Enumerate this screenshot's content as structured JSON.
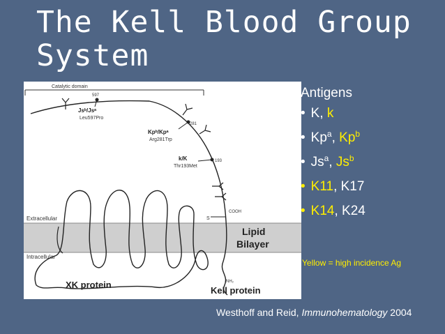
{
  "title": "The Kell Blood Group System",
  "diagram": {
    "catalytic_domain": "Catalytic domain",
    "res597": "597",
    "res281": "281",
    "res193": "193",
    "js_label": "Jsᵇ/Jsᵃ",
    "js_mut": "Leu597Pro",
    "kp_label": "Kpᵇ/Kpᵃ",
    "kp_mut": "Arg281Trp",
    "k_label": "k/K",
    "k_mut": "Thr193Met",
    "cooh": "COOH",
    "s": "S",
    "extracellular": "Extracellular",
    "intracellular": "Intracellular",
    "lipid": "Lipid",
    "bilayer": "Bilayer",
    "xk_protein": "XK protein",
    "kell_protein": "Kell protein",
    "nh2": "NH₂"
  },
  "panel": {
    "heading": "Antigens",
    "bullet": "•",
    "items": [
      {
        "a": "K",
        "sep": ", ",
        "b": "k"
      },
      {
        "a": "Kp",
        "a_sup": "a",
        "sep": ", ",
        "b": "Kp",
        "b_sup": "b"
      },
      {
        "a": "Js",
        "a_sup": "a",
        "sep": ", ",
        "b": "Js",
        "b_sup": "b"
      },
      {
        "a": "K11",
        "sep": ", ",
        "b": "K17"
      },
      {
        "a": "K14",
        "sep": ", ",
        "b": "K24"
      }
    ],
    "note": "Yellow = high incidence Ag"
  },
  "colors": {
    "background": "#4f6585",
    "highlight": "#ffee00",
    "text": "#ffffff"
  },
  "citation": {
    "authors": "Westhoff and Reid, ",
    "journal": "Immunohematology",
    "year": " 2004"
  }
}
